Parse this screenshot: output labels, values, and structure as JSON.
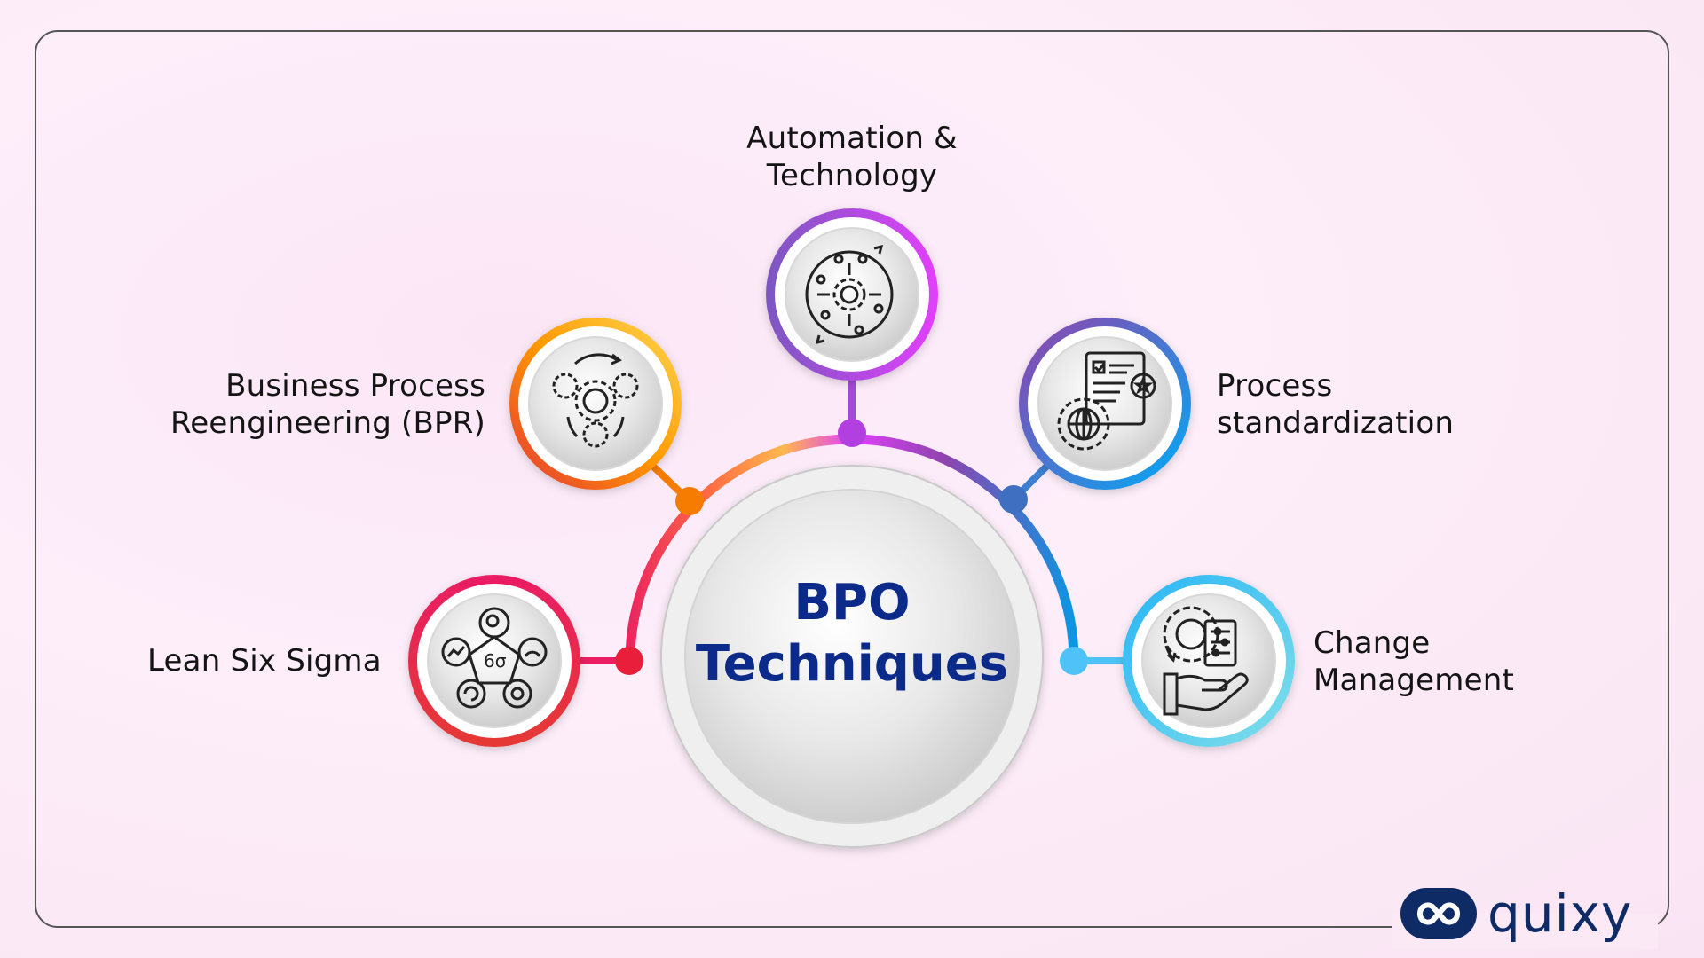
{
  "center": {
    "line1": "BPO",
    "line2": "Techniques"
  },
  "nodes": [
    {
      "id": "lean-six-sigma",
      "label": "Lean Six Sigma",
      "icon": "six-sigma-icon",
      "color_a": "#e91e63",
      "color_b": "#e53935"
    },
    {
      "id": "bpr",
      "label": "Business Process\nReengineering (BPR)",
      "icon": "gears-cycle-icon",
      "color_a": "#ffb300",
      "color_b": "#f4511e"
    },
    {
      "id": "automation",
      "label": "Automation &\nTechnology",
      "icon": "automation-gear-icon",
      "color_a": "#7e57c2",
      "color_b": "#e040fb"
    },
    {
      "id": "process-standardization",
      "label": "Process\nstandardization",
      "icon": "document-globe-gear-icon",
      "color_a": "#7e57c2",
      "color_b": "#03a9f4"
    },
    {
      "id": "change-management",
      "label": "Change\nManagement",
      "icon": "hand-gear-checklist-icon",
      "color_a": "#29b6f6",
      "color_b": "#80deea"
    }
  ],
  "brand": {
    "name": "quixy",
    "color": "#0f2b66",
    "logo_icon": "quixy-infinity-icon"
  }
}
